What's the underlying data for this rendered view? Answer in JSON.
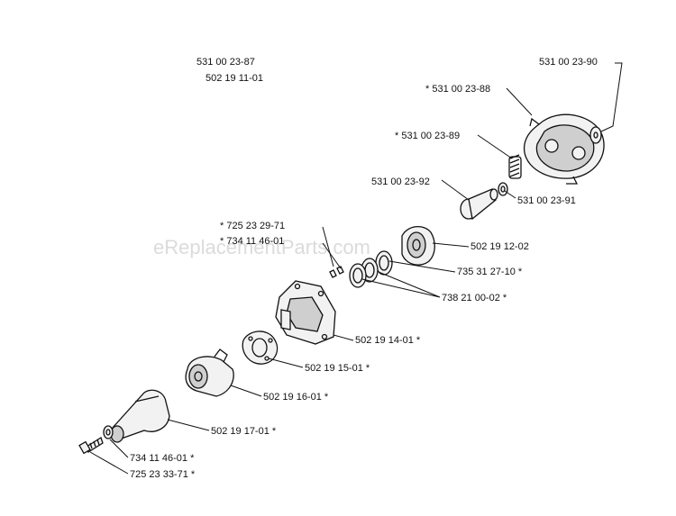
{
  "header": {
    "line1": "531 00 23-87",
    "line2": "502 19 11-01"
  },
  "watermark": "eReplacementParts.com",
  "labels": {
    "p90": "531 00 23-90",
    "p88": "* 531 00 23-88",
    "p89": "* 531 00 23-89",
    "p92": "531 00 23-92",
    "p91": "531 00 23-91",
    "p72529": "* 725 23 29-71",
    "p73411a": "* 734 11 46-01",
    "p50212": "502 19 12-02",
    "p73531": "735 31 27-10  *",
    "p73821": "738 21 00-02  *",
    "p50214": "502 19 14-01  *",
    "p50215": "502 19 15-01  *",
    "p50216": "502 19 16-01  *",
    "p50217": "502 19 17-01  *",
    "p73411b": "734 11 46-01  *",
    "p72533": "725 23 33-71  *"
  }
}
